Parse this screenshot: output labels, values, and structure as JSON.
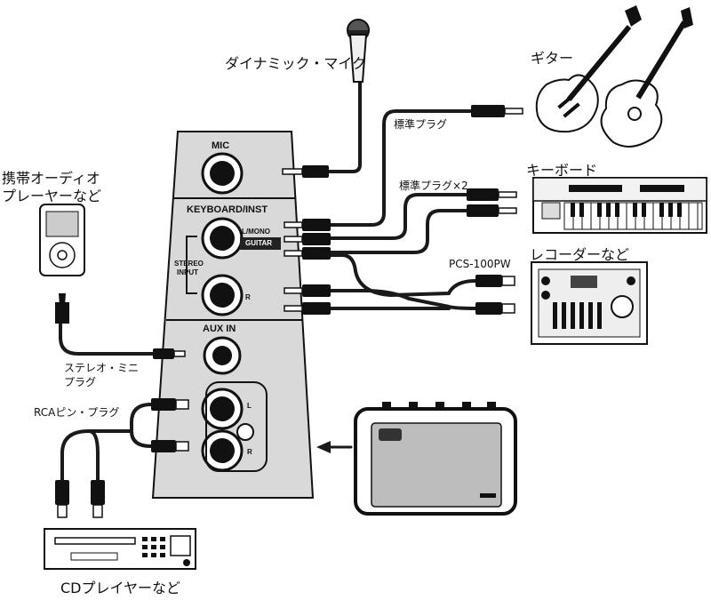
{
  "labels": {
    "mic": "ダイナミック・マイク",
    "guitar_device": "ギター",
    "std_plug": "標準プラグ",
    "keyboard_device": "キーボード",
    "std_plug_x2": "標準プラグ×2",
    "portable_line1": "携帯オーディオ",
    "portable_line2": "プレーヤーなど",
    "recorder": "レコーダーなど",
    "pcs_cable": "PCS-100PW",
    "stereo_mini_line1": "ステレオ・ミニ",
    "stereo_mini_line2": "プラグ",
    "rca_plug": "RCAピン・プラグ",
    "cd_player": "CDプレイヤーなど"
  },
  "panel": {
    "mic": "MIC",
    "keyboard_inst": "KEYBOARD/INST",
    "l_mono": "L/MONO",
    "guitar_badge": "GUITAR",
    "stereo_line1": "STEREO",
    "stereo_line2": "INPUT",
    "r": "R",
    "aux_in": "AUX IN",
    "aux_l": "L",
    "aux_r": "R"
  },
  "colors": {
    "panel_fill": "#d9d9d9",
    "line": "#1a1a1a",
    "amp_grille": "#bdbdbd"
  }
}
